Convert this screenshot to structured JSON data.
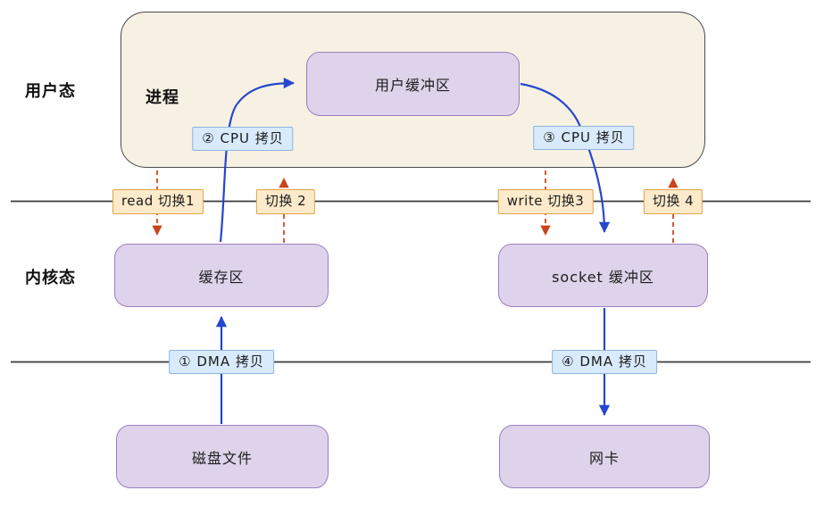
{
  "diagram": {
    "modes": {
      "user": "用户态",
      "kernel": "内核态"
    },
    "process_label": "进程",
    "boxes": {
      "user_buffer": "用户缓冲区",
      "kernel_buffer": "缓存区",
      "socket_buffer": "socket 缓冲区",
      "disk_file": "磁盘文件",
      "nic": "网卡"
    },
    "copy_steps": {
      "dma1": "① DMA 拷贝",
      "cpu2": "② CPU 拷贝",
      "cpu3": "③ CPU 拷贝",
      "dma4": "④ DMA 拷贝"
    },
    "switches": {
      "s1": "read 切换1",
      "s2": "切换 2",
      "s3": "write 切换3",
      "s4": "切换 4"
    },
    "colors": {
      "process_bg": "#f6f1e2",
      "process_border": "#4b4b4b",
      "node_bg": "#ded3ea",
      "node_border": "#9c7fc1",
      "copy_label_bg": "#d8eafb",
      "copy_label_border": "#8fb4df",
      "switch_label_bg": "#fdeacb",
      "switch_label_border": "#e0a543",
      "copy_arrow": "#2646cf",
      "switch_arrow": "#cc491f",
      "boundary_line": "#3c3c3c"
    }
  }
}
